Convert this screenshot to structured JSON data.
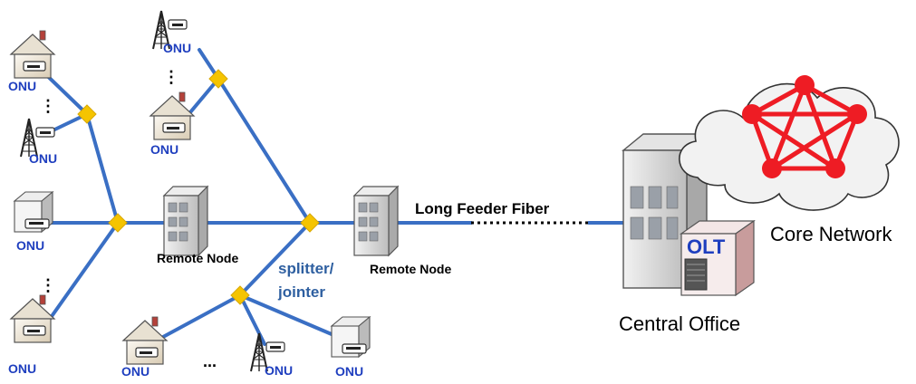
{
  "diagram": {
    "labels": {
      "onu": "ONU",
      "remote_node": "Remote Node",
      "splitter": "splitter/",
      "jointer": "jointer",
      "feeder": "Long Feeder Fiber",
      "olt": "OLT",
      "central_office": "Central Office",
      "core_network": "Core Network",
      "ellipsis_vertical": "⋮",
      "ellipsis_horizontal": "..."
    },
    "colors": {
      "fiber": "#3a6fc4",
      "splitter": "#f5c400",
      "mesh": "#ee1c24",
      "onu_text": "#1f3fbf"
    }
  }
}
